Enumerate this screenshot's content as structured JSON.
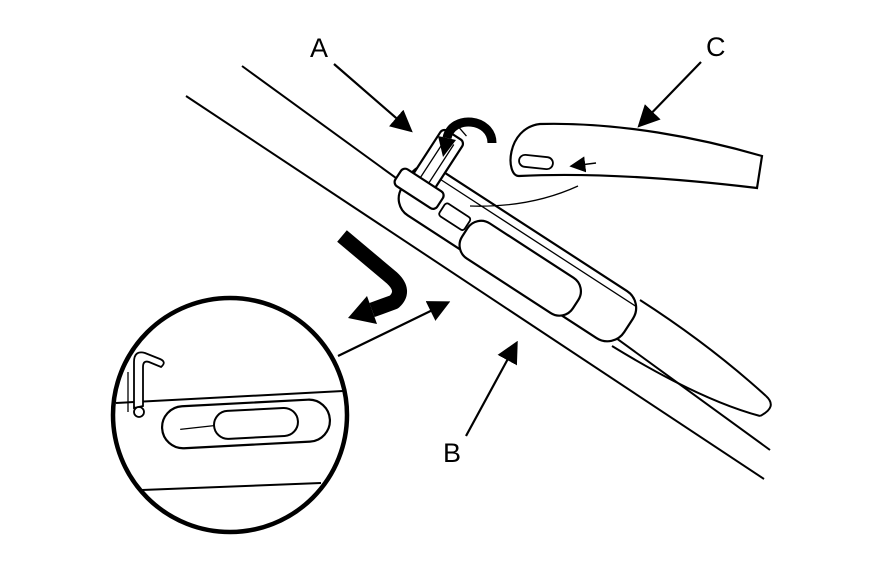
{
  "colors": {
    "line": "#000000",
    "background": "#ffffff"
  },
  "callouts": {
    "a": {
      "label": "A"
    },
    "b": {
      "label": "B"
    },
    "c": {
      "label": "C"
    }
  }
}
